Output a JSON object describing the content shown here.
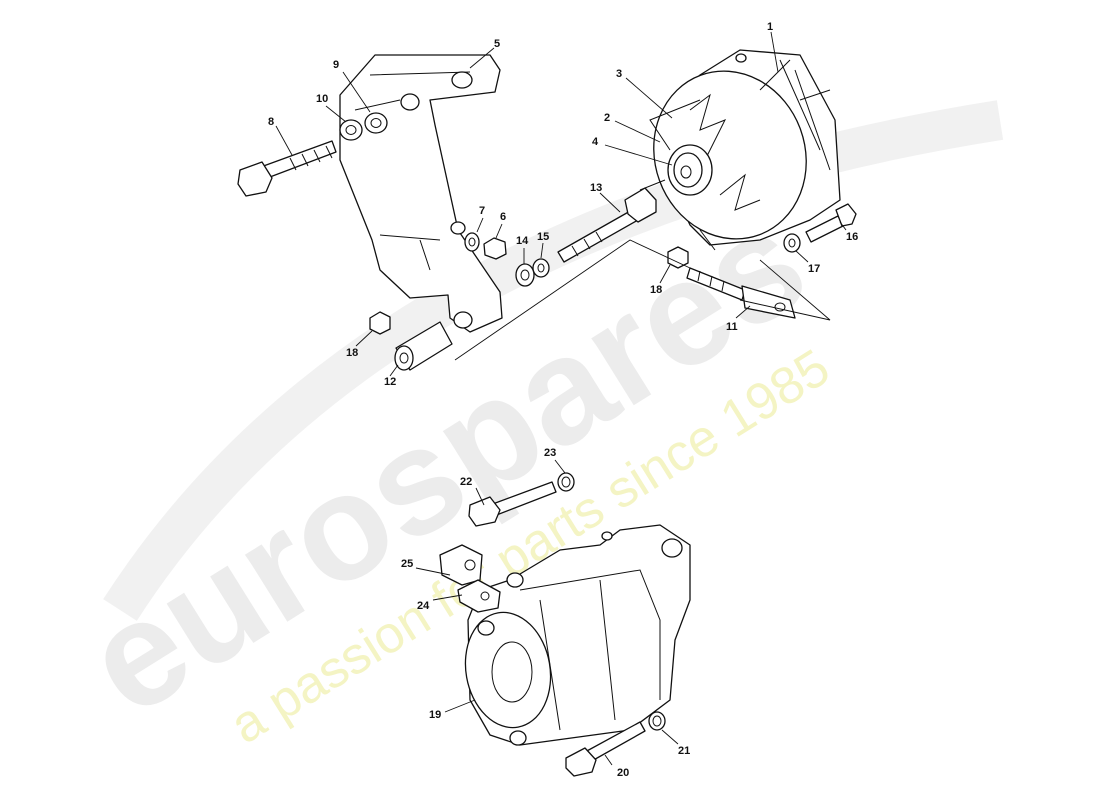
{
  "watermark": {
    "brand": "eurospares",
    "tagline": "a passion for parts since 1985"
  },
  "callouts": {
    "c1": "1",
    "c2": "2",
    "c3": "3",
    "c4": "4",
    "c5": "5",
    "c6": "6",
    "c7": "7",
    "c8": "8",
    "c9": "9",
    "c10": "10",
    "c11": "11",
    "c12": "12",
    "c13": "13",
    "c14": "14",
    "c15": "15",
    "c16": "16",
    "c17": "17",
    "c18a": "18",
    "c18b": "18",
    "c19": "19",
    "c20": "20",
    "c21": "21",
    "c22": "22",
    "c23": "23",
    "c24": "24",
    "c25": "25"
  },
  "colors": {
    "line": "#111111",
    "watermark_text": "#e9e9e9",
    "watermark_tagline": "#f4f4c4"
  }
}
